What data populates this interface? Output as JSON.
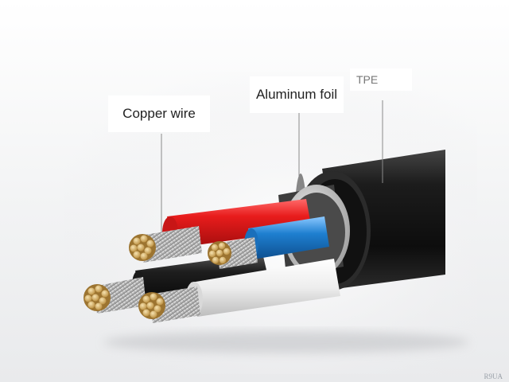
{
  "labels": {
    "copper_wire": "Copper wire",
    "aluminum_foil": "Aluminum foil",
    "tpe": "TPE"
  },
  "watermark": "R9UA",
  "colors": {
    "outer_jacket": "#1a1a1a",
    "red_insulation": "#e01818",
    "blue_insulation": "#1e7fd0",
    "white_insulation": "#eeeeee",
    "black_insulation": "#222222",
    "foil": "#c9c9c9",
    "copper_strand": "#d8b978",
    "silver_strand": "#c7c7c7"
  }
}
